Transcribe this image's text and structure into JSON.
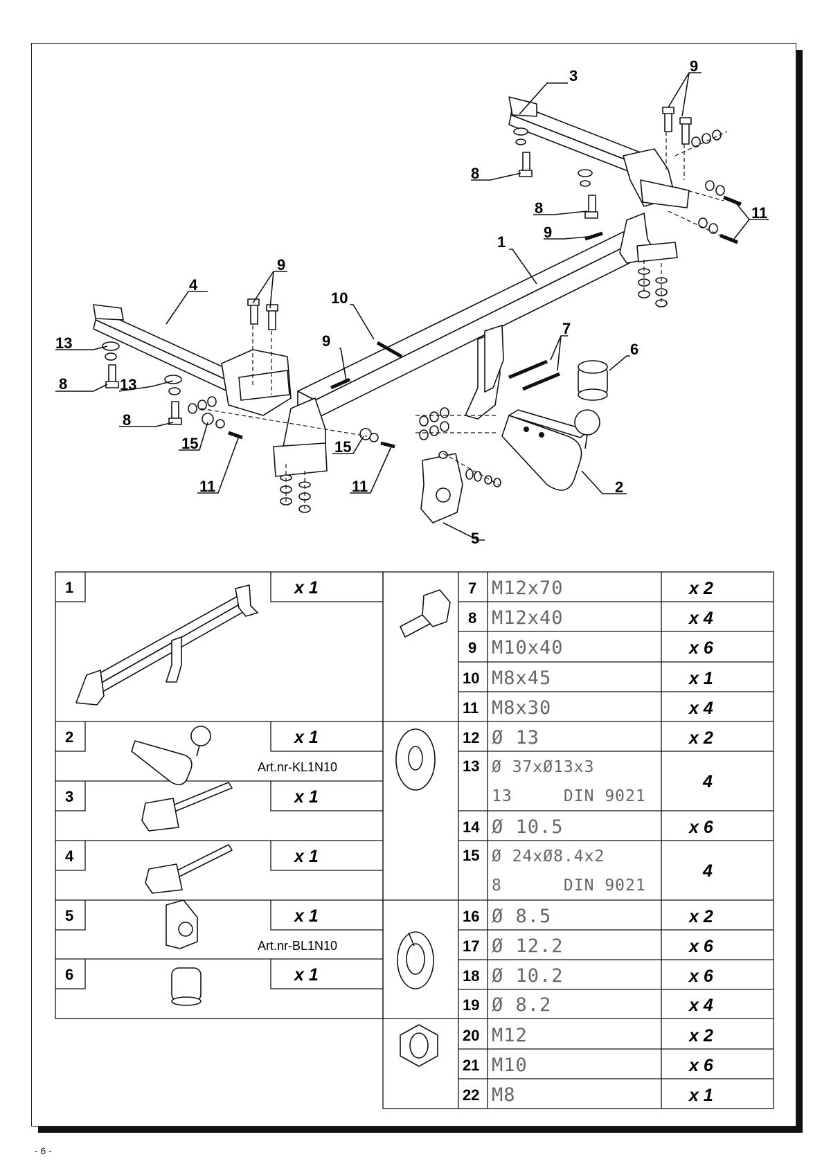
{
  "diagram": {
    "callouts": [
      "1",
      "2",
      "3",
      "4",
      "5",
      "6",
      "7",
      "8",
      "8",
      "8",
      "8",
      "9",
      "9",
      "9",
      "9",
      "10",
      "11",
      "11",
      "11",
      "13",
      "13",
      "15",
      "15"
    ]
  },
  "parts_left": [
    {
      "no": "1",
      "qty": "x 1",
      "art": ""
    },
    {
      "no": "2",
      "qty": "x 1",
      "art": "Art.nr-KL1N10"
    },
    {
      "no": "3",
      "qty": "x 1",
      "art": ""
    },
    {
      "no": "4",
      "qty": "x 1",
      "art": ""
    },
    {
      "no": "5",
      "qty": "x 1",
      "art": "Art.nr-BL1N10"
    },
    {
      "no": "6",
      "qty": "x 1",
      "art": ""
    }
  ],
  "parts_right": [
    {
      "no": "7",
      "desc": "M12x70",
      "desc2": "",
      "qty": "x 2"
    },
    {
      "no": "8",
      "desc": "M12x40",
      "desc2": "",
      "qty": "x 4"
    },
    {
      "no": "9",
      "desc": "M10x40",
      "desc2": "",
      "qty": "x 6"
    },
    {
      "no": "10",
      "desc": "M8x45",
      "desc2": "",
      "qty": "x 1"
    },
    {
      "no": "11",
      "desc": "M8x30",
      "desc2": "",
      "qty": "x 4"
    },
    {
      "no": "12",
      "desc": "Ø 13",
      "desc2": "",
      "qty": "x 2"
    },
    {
      "no": "13",
      "desc": "Ø 37xØ13x3",
      "desc2": "13     DIN 9021",
      "qty": "4"
    },
    {
      "no": "14",
      "desc": "Ø 10.5",
      "desc2": "",
      "qty": "x 6"
    },
    {
      "no": "15",
      "desc": "Ø 24xØ8.4x2",
      "desc2": "8      DIN 9021",
      "qty": "4"
    },
    {
      "no": "16",
      "desc": "Ø 8.5",
      "desc2": "",
      "qty": "x 2"
    },
    {
      "no": "17",
      "desc": "Ø 12.2",
      "desc2": "",
      "qty": "x 6"
    },
    {
      "no": "18",
      "desc": "Ø 10.2",
      "desc2": "",
      "qty": "x 6"
    },
    {
      "no": "19",
      "desc": "Ø 8.2",
      "desc2": "",
      "qty": "x 4"
    },
    {
      "no": "20",
      "desc": "M12",
      "desc2": "",
      "qty": "x 2"
    },
    {
      "no": "21",
      "desc": "M10",
      "desc2": "",
      "qty": "x 6"
    },
    {
      "no": "22",
      "desc": "M8",
      "desc2": "",
      "qty": "x 1"
    }
  ],
  "footer": {
    "page": "- 6 -"
  }
}
